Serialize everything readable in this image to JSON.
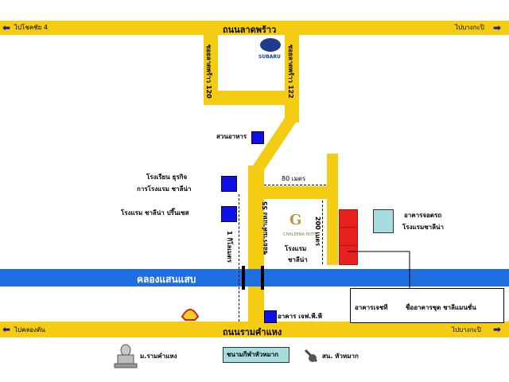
{
  "roads": {
    "top": "ถนนลาดพร้าว",
    "bottom": "ถนนรามคำแหง",
    "soi_120": "ซอยลาดพร้าว 120",
    "soi_122": "ซอยลาดพร้าว 122",
    "soi_55": "ซอยรามคำแหง 55"
  },
  "canal": "คลองแสนแสบ",
  "directions": {
    "top_left": "ไปโชคชัย 4",
    "top_right": "ไปบางกะปิ",
    "bottom_left": "ไปคลองตัน",
    "bottom_right": "ไปบางกะปิ"
  },
  "places": {
    "restaurant": "สวนอาหาร",
    "school_line1": "โรงเรียน ธุรกิจ",
    "school_line2": "การโรงแรม ชาลีน่า",
    "princess": "โรงแรม ชาลีน่า ปริ๊นเซส",
    "hotel_line1": "โรงแรม",
    "hotel_line2": "ชาลีน่า",
    "parking_line1": "อาคารจอดรถ",
    "parking_line2": "โรงแรมชาลีน่า",
    "building_line": "อาคารเจชที",
    "building_name": "ชื่ออาคารชุด ชาลีแมนชั่น",
    "jfp": "อาคาร เจฟ.พี.พี",
    "logo_text": "CHALEENA HOTEL",
    "brand": "SUBARU"
  },
  "distances": {
    "d80": "80 เมตร",
    "d200": "200 เมตร",
    "d1km": "1 กิโลเมตร"
  },
  "legend": {
    "temple": "ม.รามคำแหง",
    "box": "ชนามกีฬาหัวหมาก",
    "police": "สน. หัวหมาก"
  },
  "colors": {
    "road": "#f5cc14",
    "canal": "#1f6fe0",
    "marker": "#1010e8",
    "hotel": "#e82020",
    "parking": "#a8dde0"
  },
  "icons": {
    "arrow_left": "arrow-left-icon",
    "arrow_right": "arrow-right-icon",
    "shell": "shell-logo-icon",
    "temple": "temple-icon",
    "police": "police-icon"
  }
}
